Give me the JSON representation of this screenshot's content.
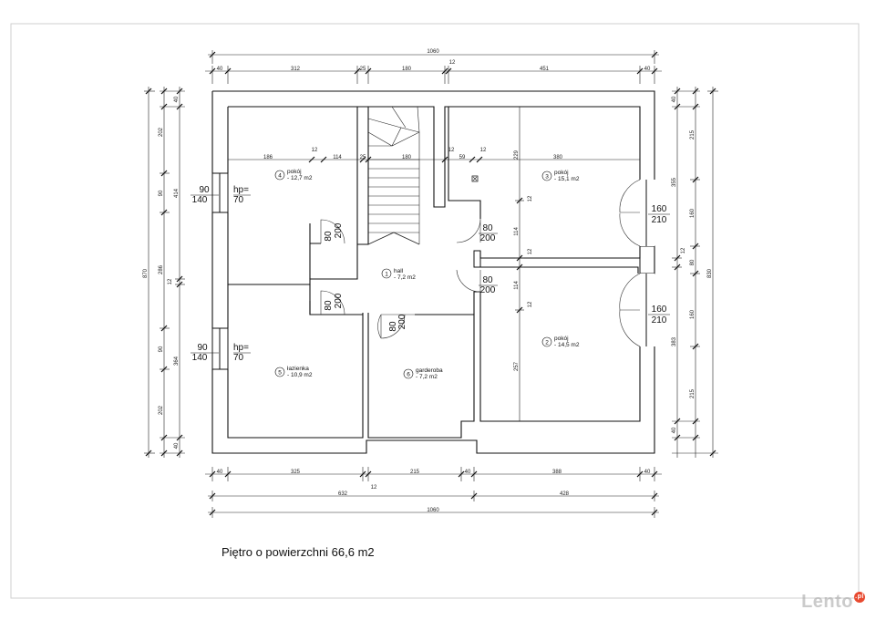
{
  "caption": "Piętro o powierzchni 66,6 m2",
  "watermark": {
    "brand": "Lento",
    "suffix": ".pl",
    "color": "#e8492f"
  },
  "rooms": [
    {
      "num": "1",
      "name": "hall",
      "area": "- 7,2 m2"
    },
    {
      "num": "2",
      "name": "pokój",
      "area": "- 14,5 m2"
    },
    {
      "num": "3",
      "name": "pokój",
      "area": "- 15,1 m2"
    },
    {
      "num": "4",
      "name": "pokój",
      "area": "- 12,7 m2"
    },
    {
      "num": "5",
      "name": "łazienka",
      "area": "- 10,9 m2"
    },
    {
      "num": "6",
      "name": "garderoba",
      "area": "- 7,2 m2"
    }
  ],
  "openings": {
    "win_left_a": {
      "w": "90",
      "h": "140",
      "hp": "hp=",
      "hpv": "70"
    },
    "win_left_b": {
      "w": "90",
      "h": "140",
      "hp": "hp=",
      "hpv": "70"
    },
    "win_right_a": {
      "w": "160",
      "h": "210"
    },
    "win_right_b": {
      "w": "160",
      "h": "210"
    },
    "door_room4": {
      "w": "80",
      "h": "200"
    },
    "door_bath": {
      "w": "80",
      "h": "200"
    },
    "door_ward": {
      "w": "80",
      "h": "200"
    },
    "door_room3": {
      "w": "80",
      "h": "200"
    },
    "door_room2": {
      "w": "80",
      "h": "200"
    }
  },
  "dims": {
    "top_total": "1060",
    "top_seg": [
      "40",
      "312",
      "25",
      "180",
      "451",
      "40"
    ],
    "top_12": "12",
    "inner_r4": [
      "186",
      "12",
      "114"
    ],
    "inner_mid": [
      "25",
      "180",
      "12",
      "59",
      "12",
      "380"
    ],
    "bottom_seg": [
      "40",
      "325",
      "215",
      "40",
      "388",
      "40"
    ],
    "bottom_12": "12",
    "bottom_mid": [
      "632",
      "428"
    ],
    "bottom_total": "1060",
    "left_total": "870",
    "left_seg": [
      "40",
      "202",
      "90",
      "414",
      "286",
      "12",
      "90",
      "364",
      "202",
      "40"
    ],
    "right_total": "830",
    "right_seg": [
      "40",
      "215",
      "355",
      "160",
      "80",
      "12",
      "383",
      "160",
      "215",
      "40"
    ],
    "inner_v": [
      "229",
      "12",
      "114",
      "12",
      "114",
      "12",
      "257"
    ]
  }
}
